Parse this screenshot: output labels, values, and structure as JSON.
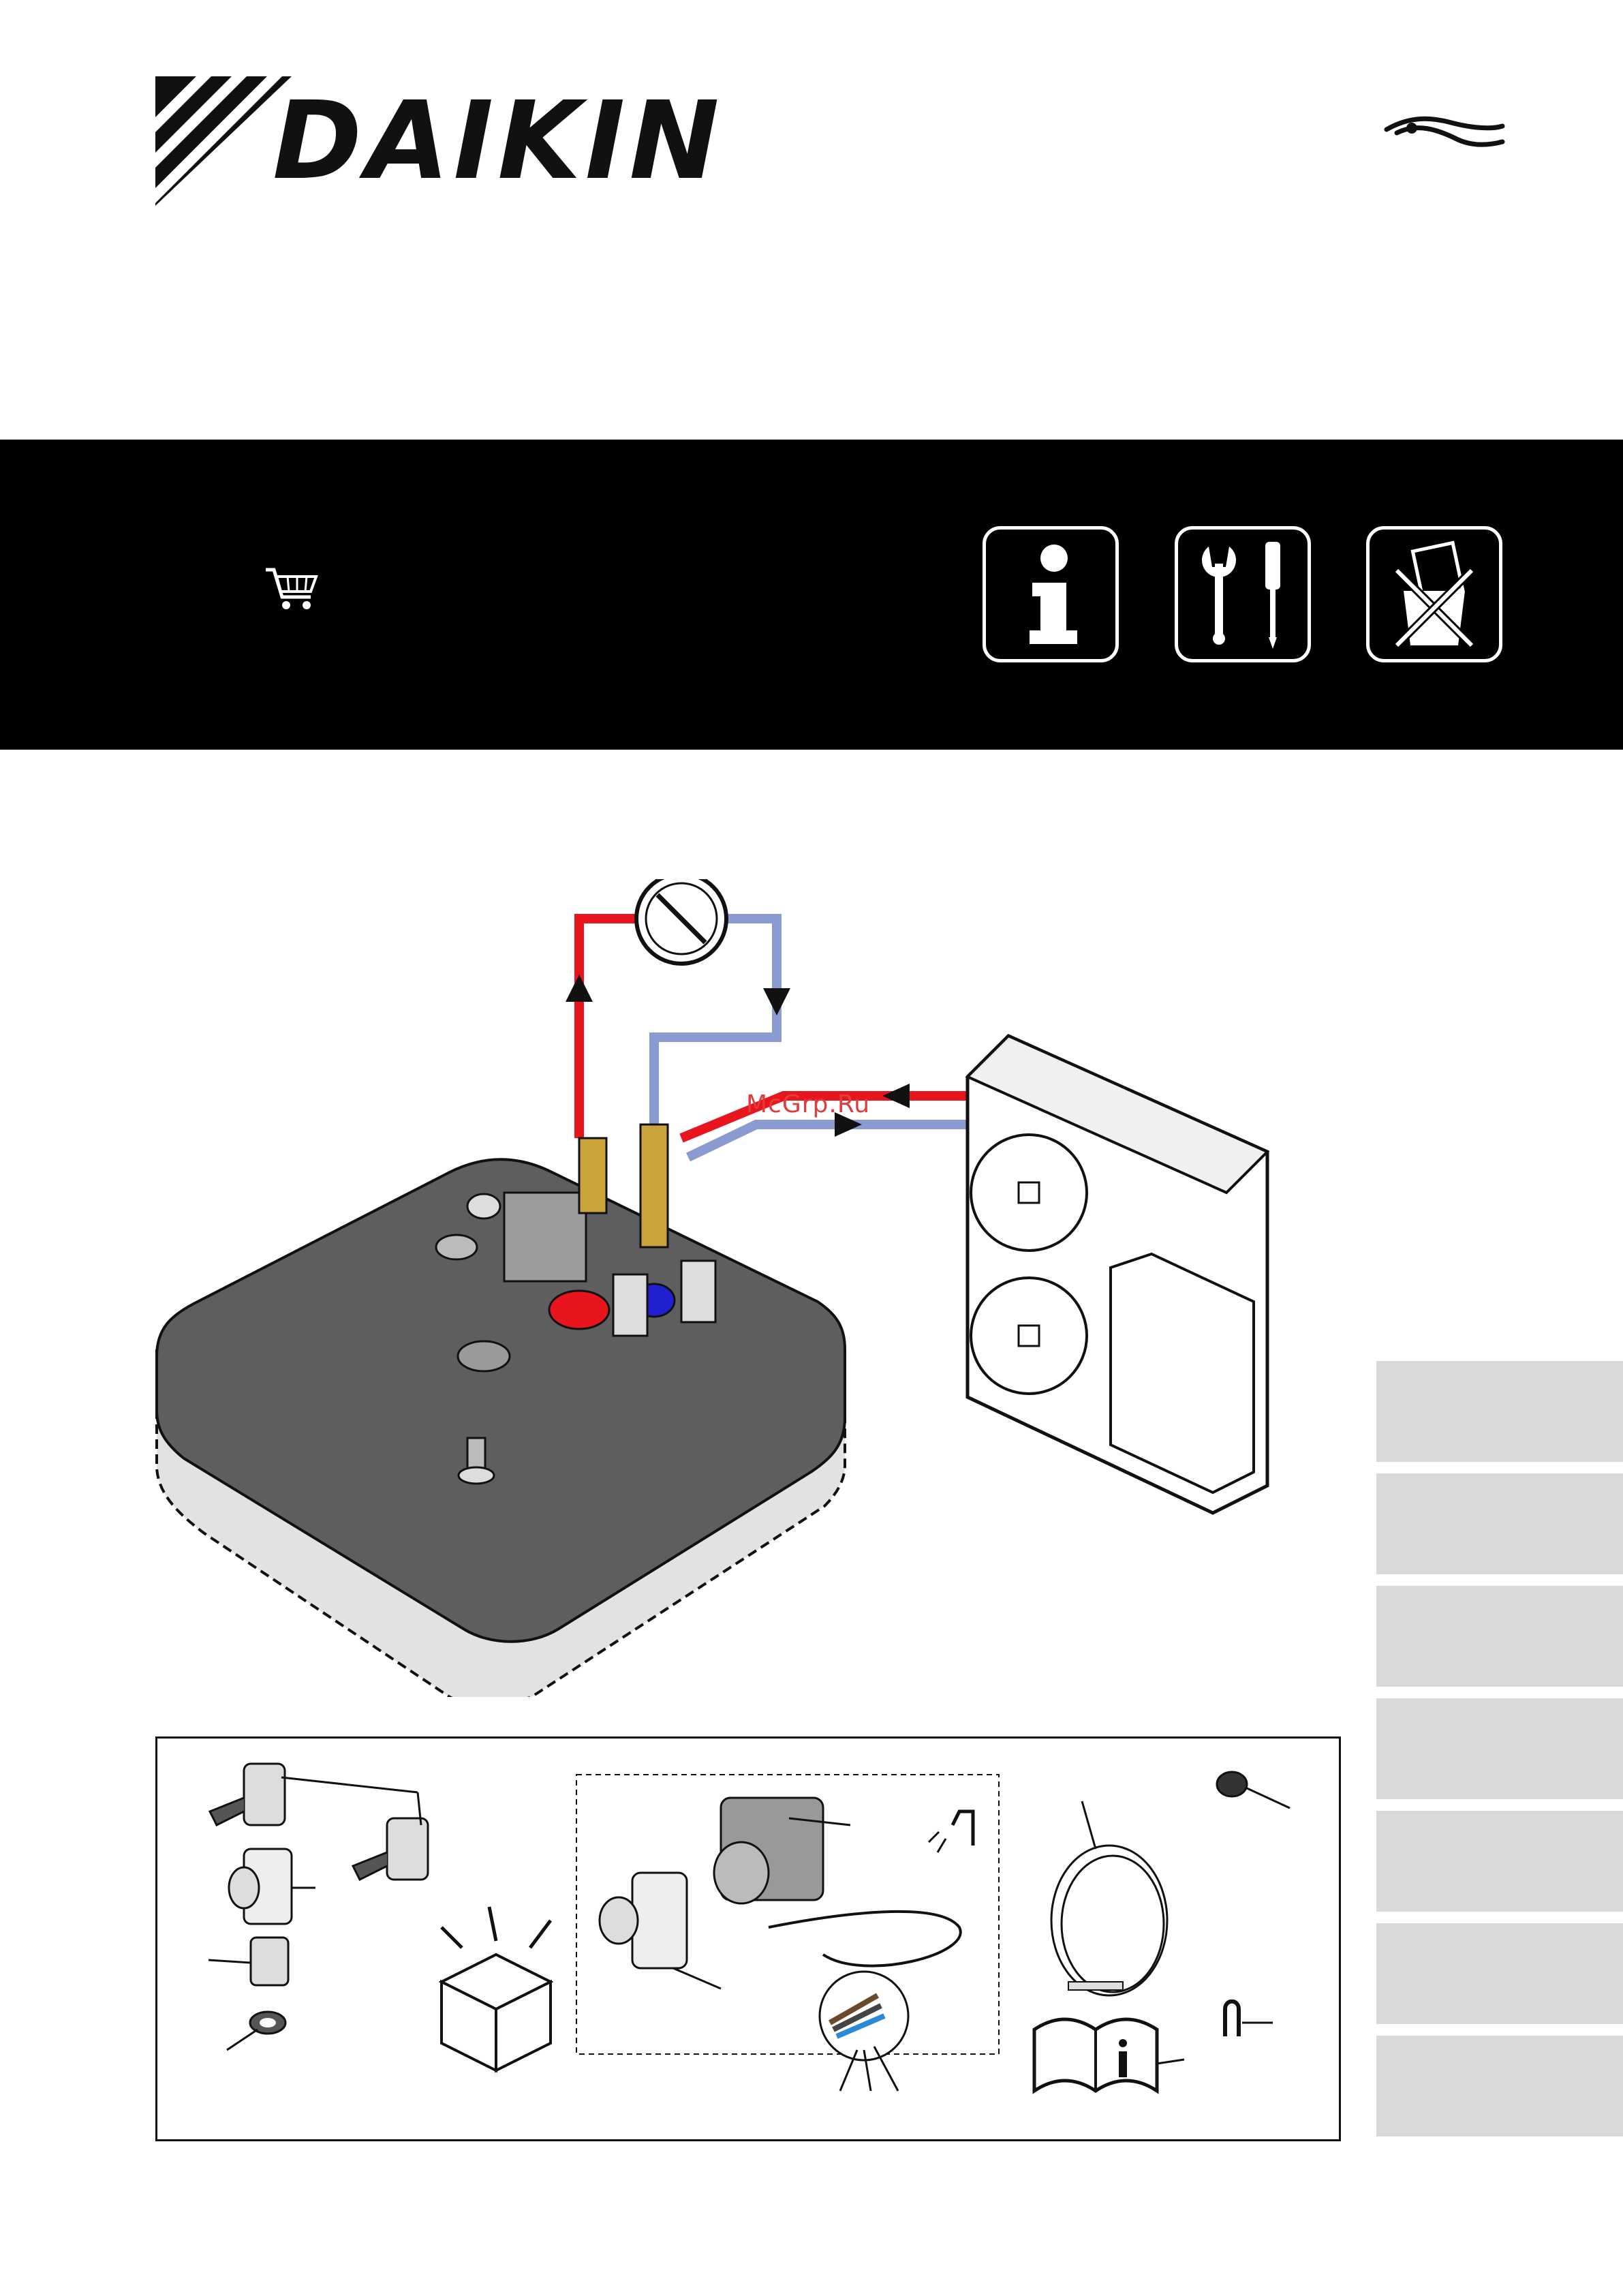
{
  "brand": {
    "name": "DAIKIN",
    "logo_icon": "daikin-stripe-logo"
  },
  "header_icons": [
    "pliers-icon"
  ],
  "black_band": {
    "cart_icon": "shopping-cart-icon",
    "pictograms": [
      {
        "name": "information-icon"
      },
      {
        "name": "tools-icon"
      },
      {
        "name": "disposal-icon"
      }
    ]
  },
  "illustration": {
    "watermark": "McGrp.Ru",
    "flow_colors": {
      "supply": "#e8141e",
      "return": "#8a9bd1"
    }
  },
  "language_tabs": {
    "count": 7,
    "color": "#d9d9d9"
  },
  "kit_contents": {
    "icons": [
      "shut-off-valve-icon",
      "tee-piece-icon",
      "union-nut-icon",
      "gasket-icon",
      "open-box-icon",
      "3-way-valve-icon",
      "actuator-icon",
      "shower-icon",
      "cable-icon",
      "thermistor-icon",
      "cable-tie-icon",
      "clip-icon",
      "manual-icon"
    ]
  },
  "colors": {
    "band": "#000000",
    "tab": "#d9d9d9"
  }
}
